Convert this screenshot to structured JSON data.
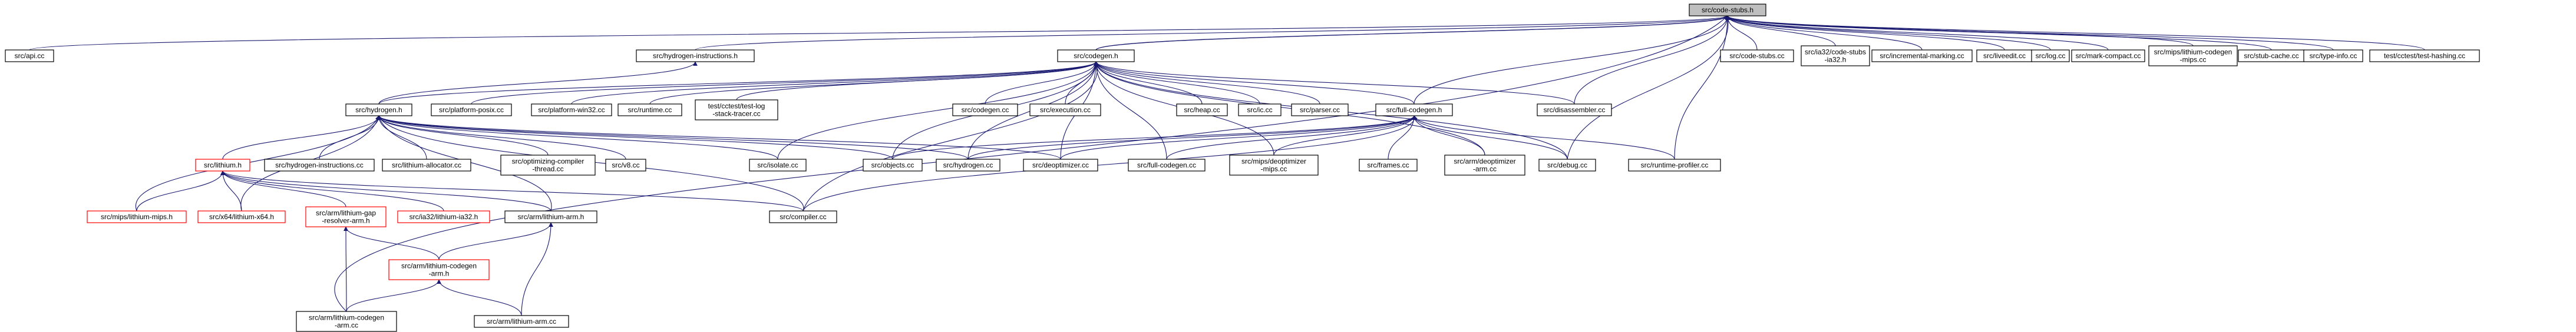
{
  "colors": {
    "root_fill": "#bfbfbf",
    "node_fill": "#ffffff",
    "node_border": "#000000",
    "incomplete_border": "#ff0000",
    "edge": "#191970"
  },
  "graph": {
    "nodes": [
      {
        "id": "code_stubs_h",
        "label": [
          "src/code-stubs.h"
        ],
        "root": true
      },
      {
        "id": "api_cc",
        "label": [
          "src/api.cc"
        ]
      },
      {
        "id": "hydrogen_instr_h",
        "label": [
          "src/hydrogen-instructions.h"
        ]
      },
      {
        "id": "codegen_h",
        "label": [
          "src/codegen.h"
        ]
      },
      {
        "id": "code_stubs_cc",
        "label": [
          "src/code-stubs.cc"
        ]
      },
      {
        "id": "ia32_code_stubs_h",
        "label": [
          "src/ia32/code-stubs",
          "-ia32.h"
        ]
      },
      {
        "id": "incremental_marking_cc",
        "label": [
          "src/incremental-marking.cc"
        ]
      },
      {
        "id": "liveedit_cc",
        "label": [
          "src/liveedit.cc"
        ]
      },
      {
        "id": "log_cc",
        "label": [
          "src/log.cc"
        ]
      },
      {
        "id": "mark_compact_cc",
        "label": [
          "src/mark-compact.cc"
        ]
      },
      {
        "id": "mips_lithium_codegen_mips_cc",
        "label": [
          "src/mips/lithium-codegen",
          "-mips.cc"
        ]
      },
      {
        "id": "stub_cache_cc",
        "label": [
          "src/stub-cache.cc"
        ]
      },
      {
        "id": "type_info_cc",
        "label": [
          "src/type-info.cc"
        ]
      },
      {
        "id": "test_hashing_cc",
        "label": [
          "test/cctest/test-hashing.cc"
        ]
      },
      {
        "id": "hydrogen_h",
        "label": [
          "src/hydrogen.h"
        ]
      },
      {
        "id": "platform_posix_cc",
        "label": [
          "src/platform-posix.cc"
        ]
      },
      {
        "id": "platform_win32_cc",
        "label": [
          "src/platform-win32.cc"
        ]
      },
      {
        "id": "runtime_cc",
        "label": [
          "src/runtime.cc"
        ]
      },
      {
        "id": "test_log_stack_tracer_cc",
        "label": [
          "test/cctest/test-log",
          "-stack-tracer.cc"
        ]
      },
      {
        "id": "codegen_cc",
        "label": [
          "src/codegen.cc"
        ]
      },
      {
        "id": "execution_cc",
        "label": [
          "src/execution.cc"
        ]
      },
      {
        "id": "heap_cc",
        "label": [
          "src/heap.cc"
        ]
      },
      {
        "id": "ic_cc",
        "label": [
          "src/ic.cc"
        ]
      },
      {
        "id": "parser_cc",
        "label": [
          "src/parser.cc"
        ]
      },
      {
        "id": "full_codegen_h",
        "label": [
          "src/full-codegen.h"
        ]
      },
      {
        "id": "disassembler_cc",
        "label": [
          "src/disassembler.cc"
        ]
      },
      {
        "id": "lithium_h",
        "label": [
          "src/lithium.h"
        ],
        "incomplete": true
      },
      {
        "id": "hydrogen_instr_cc",
        "label": [
          "src/hydrogen-instructions.cc"
        ]
      },
      {
        "id": "lithium_allocator_cc",
        "label": [
          "src/lithium-allocator.cc"
        ]
      },
      {
        "id": "optimizing_compiler_thread_cc",
        "label": [
          "src/optimizing-compiler",
          "-thread.cc"
        ]
      },
      {
        "id": "v8_cc",
        "label": [
          "src/v8.cc"
        ]
      },
      {
        "id": "isolate_cc",
        "label": [
          "src/isolate.cc"
        ]
      },
      {
        "id": "objects_cc",
        "label": [
          "src/objects.cc"
        ]
      },
      {
        "id": "hydrogen_cc",
        "label": [
          "src/hydrogen.cc"
        ]
      },
      {
        "id": "deoptimizer_cc",
        "label": [
          "src/deoptimizer.cc"
        ]
      },
      {
        "id": "full_codegen_cc",
        "label": [
          "src/full-codegen.cc"
        ]
      },
      {
        "id": "mips_deoptimizer_mips_cc",
        "label": [
          "src/mips/deoptimizer",
          "-mips.cc"
        ]
      },
      {
        "id": "frames_cc",
        "label": [
          "src/frames.cc"
        ]
      },
      {
        "id": "arm_deoptimizer_arm_cc",
        "label": [
          "src/arm/deoptimizer",
          "-arm.cc"
        ]
      },
      {
        "id": "debug_cc",
        "label": [
          "src/debug.cc"
        ]
      },
      {
        "id": "runtime_profiler_cc",
        "label": [
          "src/runtime-profiler.cc"
        ]
      },
      {
        "id": "mips_lithium_mips_h",
        "label": [
          "src/mips/lithium-mips.h"
        ],
        "incomplete": true
      },
      {
        "id": "x64_lithium_x64_h",
        "label": [
          "src/x64/lithium-x64.h"
        ],
        "incomplete": true
      },
      {
        "id": "arm_lithium_gap_resolver_arm_h",
        "label": [
          "src/arm/lithium-gap",
          "-resolver-arm.h"
        ],
        "incomplete": true
      },
      {
        "id": "ia32_lithium_ia32_h",
        "label": [
          "src/ia32/lithium-ia32.h"
        ],
        "incomplete": true
      },
      {
        "id": "arm_lithium_arm_h",
        "label": [
          "src/arm/lithium-arm.h"
        ]
      },
      {
        "id": "compiler_cc",
        "label": [
          "src/compiler.cc"
        ]
      },
      {
        "id": "arm_lithium_codegen_arm_h",
        "label": [
          "src/arm/lithium-codegen",
          "-arm.h"
        ],
        "incomplete": true
      },
      {
        "id": "arm_lithium_codegen_arm_cc",
        "label": [
          "src/arm/lithium-codegen",
          "-arm.cc"
        ]
      },
      {
        "id": "arm_lithium_arm_cc",
        "label": [
          "src/arm/lithium-arm.cc"
        ]
      }
    ]
  }
}
